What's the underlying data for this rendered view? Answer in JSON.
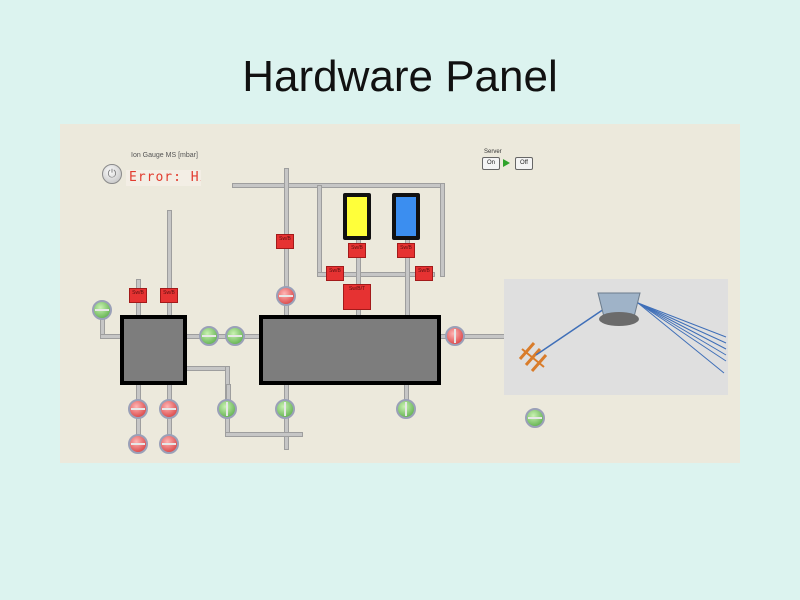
{
  "title": "Hardware Panel",
  "ion_gauge": {
    "label": "Ion Gauge MS [mbar]",
    "readout": "Error: Hi"
  },
  "server": {
    "label": "Server",
    "on_label": "On",
    "off_label": "Off"
  },
  "gauge_boxes": {
    "label_a": "Sw/B",
    "label_b": "Sw/B",
    "label_c": "Sw/B",
    "label_d": "Sw/B",
    "label_e": "Sw/B",
    "label_f": "Sw/B",
    "label_g": "Sw/B",
    "label_h": "Sw/B/T"
  },
  "colors": {
    "background": "#dcf3ef",
    "panel": "#ece9dc",
    "chamber": "#7d7d7d",
    "cylinder_yellow": "#ffff3a",
    "cylinder_blue": "#3b8ef0",
    "valve_open": "#4ba33a",
    "valve_closed": "#d22c2c",
    "gauge_red": "#e63232"
  },
  "icons": {
    "power": "power-icon",
    "play": "play-icon"
  }
}
